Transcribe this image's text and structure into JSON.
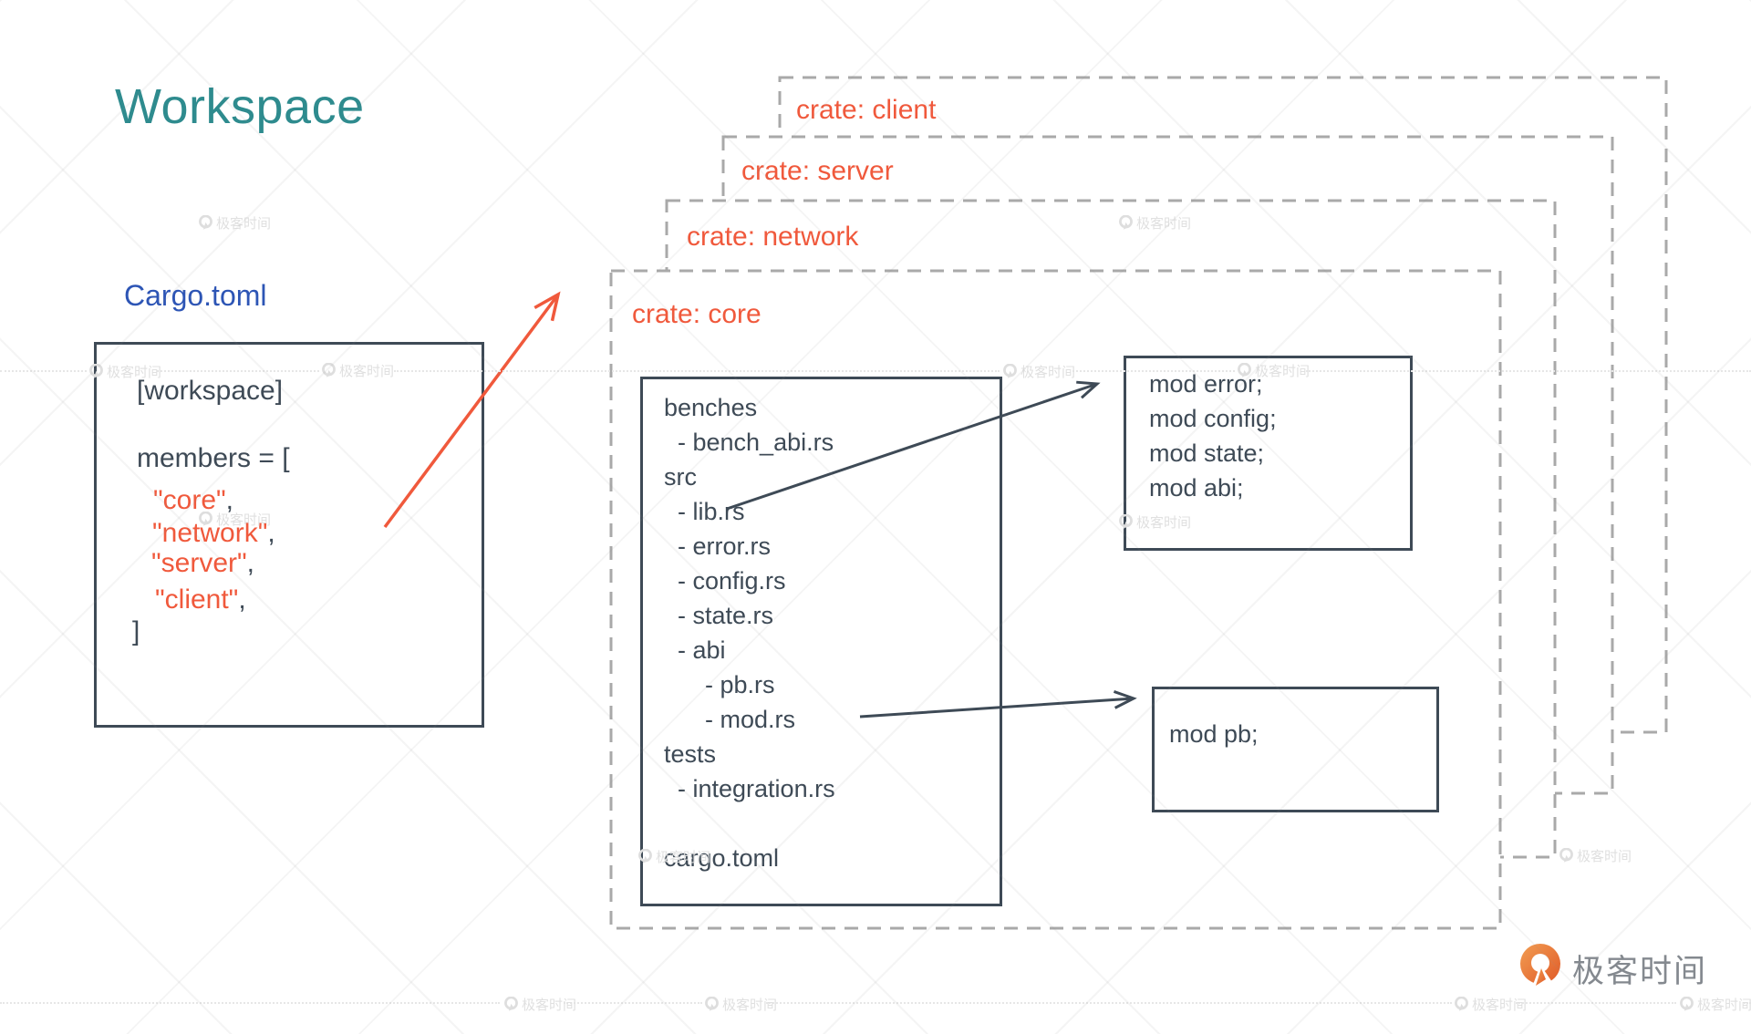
{
  "page": {
    "title": "Workspace"
  },
  "colors": {
    "title_teal": "#2e8b8e",
    "label_blue": "#2d55b5",
    "accent_orange": "#f0593c",
    "ink_dark": "#3e4a56",
    "dash_gray": "#a9a9a9",
    "watermark_gray": "#e0e0e0",
    "logo_text_gray": "#84898f"
  },
  "cargo_toml": {
    "label": "Cargo.toml",
    "workspace_header": "[workspace]",
    "members_open": "members = [",
    "members": [
      "\"core\"",
      "\"network\"",
      "\"server\"",
      "\"client\""
    ],
    "comma": ",",
    "members_close": "]"
  },
  "crates": [
    {
      "id": "client",
      "label": "crate: client"
    },
    {
      "id": "server",
      "label": "crate: server"
    },
    {
      "id": "network",
      "label": "crate: network"
    },
    {
      "id": "core",
      "label": "crate: core"
    }
  ],
  "file_tree": {
    "lines": [
      "benches",
      "  - bench_abi.rs",
      "src",
      "  - lib.rs",
      "  - error.rs",
      "  - config.rs",
      "  - state.rs",
      "  - abi",
      "      - pb.rs",
      "      - mod.rs",
      "tests",
      "  - integration.rs",
      "",
      "cargo.toml"
    ]
  },
  "lib_rs_modules": {
    "lines": [
      "mod error;",
      "mod config;",
      "mod state;",
      "mod abi;"
    ]
  },
  "abi_mod_rs": {
    "lines": [
      "mod pb;"
    ]
  },
  "watermark": {
    "text": "极客时间"
  },
  "logo": {
    "text": "极客时间"
  }
}
